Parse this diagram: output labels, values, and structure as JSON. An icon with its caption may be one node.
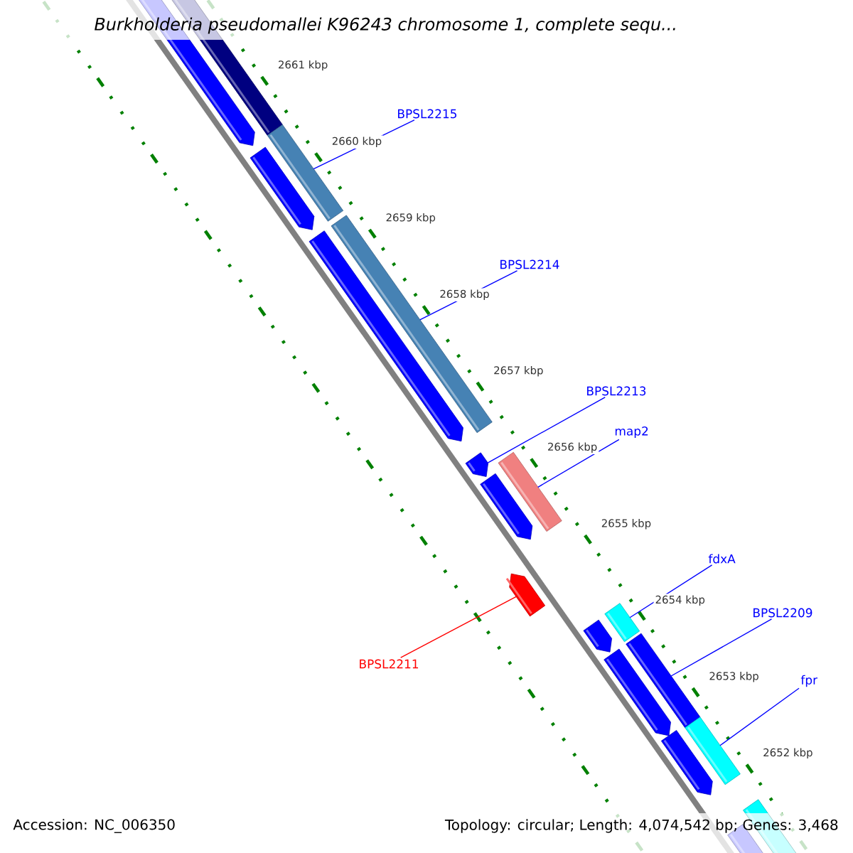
{
  "diagram": {
    "title": "Burkholderia pseudomallei K96243 chromosome 1, complete sequ...",
    "nodes": [
      {
        "text": [
          "BPSL2215"
        ]
      },
      {
        "text": [
          "BPSL2214"
        ]
      },
      {
        "text": [
          "BPSL2213"
        ]
      },
      {
        "text": [
          "map2"
        ]
      },
      {
        "text": [
          "fdxA"
        ]
      },
      {
        "text": [
          "BPSL2209"
        ]
      },
      {
        "text": [
          "fpr"
        ]
      },
      {
        "text": [
          "BPSL2211"
        ]
      },
      {
        "text": [],
        "shape": "bar"
      },
      {
        "text": [],
        "shape": "bar"
      },
      {
        "text": [],
        "shape": "arrow"
      },
      {
        "text": [],
        "shape": "bar"
      },
      {
        "text": [],
        "shape": "bar"
      },
      {
        "text": [],
        "shape": "bar"
      },
      {
        "text": [],
        "shape": "bar"
      },
      {
        "text": [],
        "shape": "arrow"
      }
    ],
    "edges": [
      {
        "from": 0,
        "to": 8,
        "arrow": "none"
      },
      {
        "from": 1,
        "to": 9,
        "arrow": "none"
      },
      {
        "from": 2,
        "to": 10,
        "arrow": "none"
      },
      {
        "from": 3,
        "to": 11,
        "arrow": "none"
      },
      {
        "from": 4,
        "to": 12,
        "arrow": "none"
      },
      {
        "from": 5,
        "to": 13,
        "arrow": "none"
      },
      {
        "from": 6,
        "to": 14,
        "arrow": "none"
      },
      {
        "from": 7,
        "to": 15,
        "arrow": "none",
        "color": "#ff0000"
      }
    ],
    "labels": [
      "2661 kbp",
      "2660 kbp",
      "2659 kbp",
      "2658 kbp",
      "2657 kbp",
      "2656 kbp",
      "2655 kbp",
      "2654 kbp",
      "2653 kbp",
      "2652 kbp",
      "Accession: NC_006350",
      "Topology: circular; Length: 4,074,542 bp; Genes: 3,468"
    ]
  }
}
